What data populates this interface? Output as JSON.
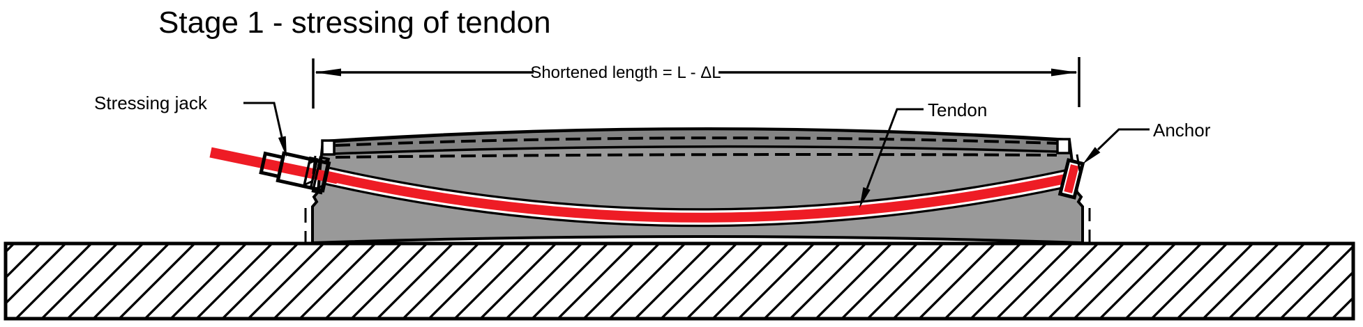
{
  "title": "Stage 1 - stressing of tendon",
  "dimension": {
    "label": "Shortened length = L - ΔL"
  },
  "labels": {
    "stressing_jack": "Stressing jack",
    "tendon": "Tendon",
    "anchor": "Anchor"
  },
  "colors": {
    "tendon_red": "#EE1C25",
    "beam_gray": "#999999",
    "top_band_gray": "#848484",
    "line_black": "#000000",
    "background": "#FFFFFF"
  }
}
